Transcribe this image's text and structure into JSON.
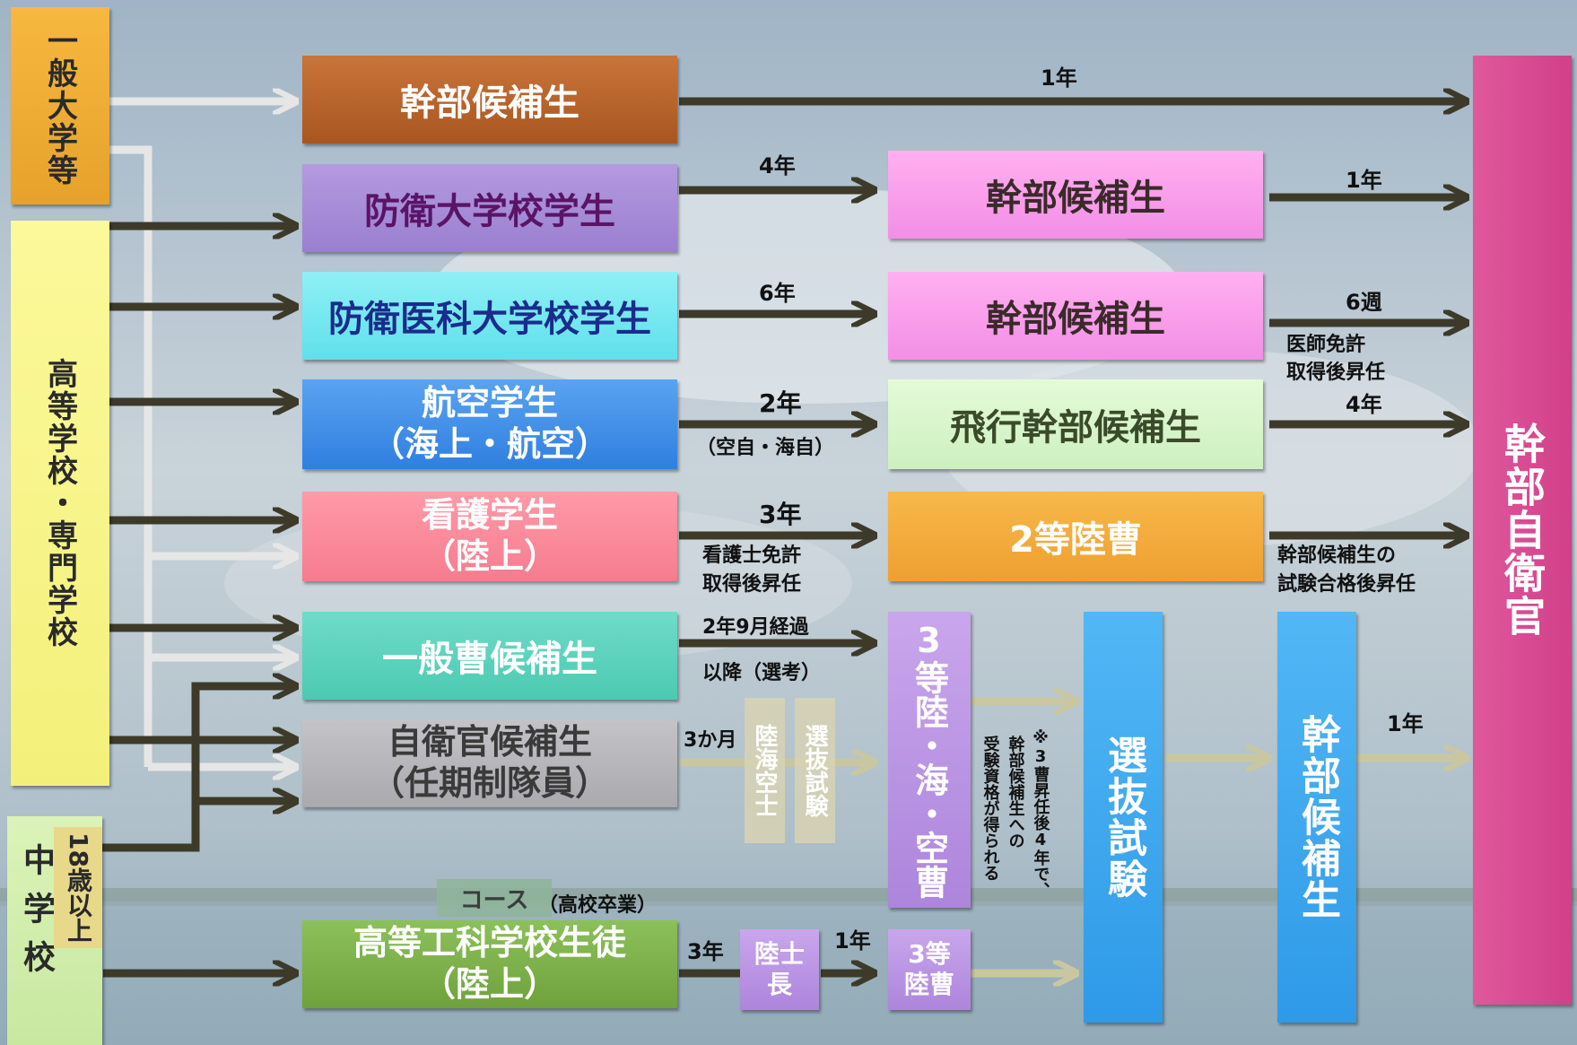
{
  "sources": {
    "university": "一般大学等",
    "high_school": "高等学校・専門学校",
    "junior_high": "中学校",
    "age18": "18歳以上"
  },
  "courses": {
    "officer_candidate_top": "幹部候補生",
    "nda": "防衛大学校学生",
    "ndmc": "防衛医科大学校学生",
    "aviation": {
      "line1": "航空学生",
      "line2": "（海上・航空）"
    },
    "nursing": {
      "line1": "看護学生",
      "line2": "（陸上）"
    },
    "nco_candidate": "一般曹候補生",
    "sdf_candidate": {
      "line1": "自衛官候補生",
      "line2": "（任期制隊員）"
    },
    "tech_school": {
      "line1": "高等工科学校生徒",
      "line2": "（陸上）"
    },
    "course_tag": "コース",
    "course_note": "（高校卒業）"
  },
  "middle": {
    "officer_candidate_1": "幹部候補生",
    "officer_candidate_2": "幹部候補生",
    "flight_officer": "飛行幹部候補生",
    "sergeant2_gsdf": "2等陸曹",
    "sergeant3_all": "3等陸・海・空曹",
    "rikushi_kaishi": "陸海空士",
    "selection_small": "選抜試験",
    "lance_corporal": "陸士長",
    "sergeant3_gsdf": "3等陸曹",
    "selection_exam": "選抜試験",
    "officer_candidate_3": "幹部候補生"
  },
  "final": "幹部自衛官",
  "labels": {
    "y1_top": "1年",
    "y4_nda": "4年",
    "y1_nda": "1年",
    "y6": "6年",
    "w6": "6週",
    "doctor_note_1": "医師免許",
    "doctor_note_2": "取得後昇任",
    "y2_aviation": "2年",
    "aviation_note": "（空自・海自）",
    "y4_flight": "4年",
    "y3_nursing": "3年",
    "nursing_note_1": "看護士免許",
    "nursing_note_2": "取得後昇任",
    "sergeant2_note_1": "幹部候補生の",
    "sergeant2_note_2": "試験合格後昇任",
    "nco_note_1": "2年9月経過",
    "nco_note_2": "以降（選考）",
    "m3": "3か月",
    "eligibility_1": "※3曹昇任後4年で、",
    "eligibility_2": "幹部候補生への",
    "eligibility_3": "受験資格が得られる",
    "y1_last": "1年",
    "y3_tech": "3年",
    "y1_tech": "1年"
  }
}
